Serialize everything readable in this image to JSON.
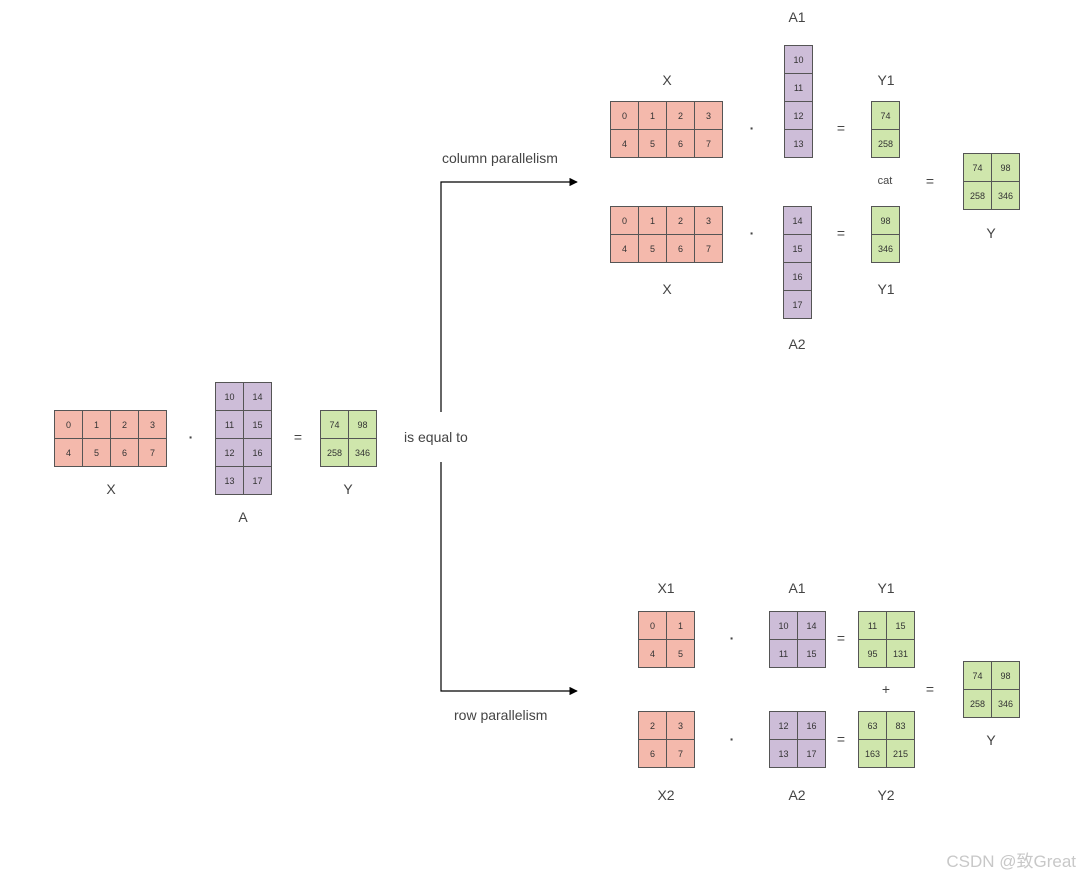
{
  "matrices": {
    "main_x": {
      "label": "X",
      "values": [
        [
          "0",
          "1",
          "2",
          "3"
        ],
        [
          "4",
          "5",
          "6",
          "7"
        ]
      ]
    },
    "main_a": {
      "label": "A",
      "values": [
        [
          "10",
          "14"
        ],
        [
          "11",
          "15"
        ],
        [
          "12",
          "16"
        ],
        [
          "13",
          "17"
        ]
      ]
    },
    "main_y": {
      "label": "Y",
      "values": [
        [
          "74",
          "98"
        ],
        [
          "258",
          "346"
        ]
      ]
    },
    "col_x_top": {
      "label": "X",
      "values": [
        [
          "0",
          "1",
          "2",
          "3"
        ],
        [
          "4",
          "5",
          "6",
          "7"
        ]
      ]
    },
    "col_a1": {
      "label": "A1",
      "values": [
        [
          "10"
        ],
        [
          "11"
        ],
        [
          "12"
        ],
        [
          "13"
        ]
      ]
    },
    "col_y1_top": {
      "label": "Y1",
      "values": [
        [
          "74"
        ],
        [
          "258"
        ]
      ]
    },
    "col_x_bottom": {
      "label": "X",
      "values": [
        [
          "0",
          "1",
          "2",
          "3"
        ],
        [
          "4",
          "5",
          "6",
          "7"
        ]
      ]
    },
    "col_a2": {
      "label": "A2",
      "values": [
        [
          "14"
        ],
        [
          "15"
        ],
        [
          "16"
        ],
        [
          "17"
        ]
      ]
    },
    "col_y1_bottom": {
      "label": "Y1",
      "values": [
        [
          "98"
        ],
        [
          "346"
        ]
      ]
    },
    "col_y": {
      "label": "Y",
      "values": [
        [
          "74",
          "98"
        ],
        [
          "258",
          "346"
        ]
      ]
    },
    "row_x1": {
      "label": "X1",
      "values": [
        [
          "0",
          "1"
        ],
        [
          "4",
          "5"
        ]
      ]
    },
    "row_a1": {
      "label": "A1",
      "values": [
        [
          "10",
          "14"
        ],
        [
          "11",
          "15"
        ]
      ]
    },
    "row_y1": {
      "label": "Y1",
      "values": [
        [
          "11",
          "15"
        ],
        [
          "95",
          "131"
        ]
      ]
    },
    "row_x2": {
      "label": "X2",
      "values": [
        [
          "2",
          "3"
        ],
        [
          "6",
          "7"
        ]
      ]
    },
    "row_a2": {
      "label": "A2",
      "values": [
        [
          "12",
          "16"
        ],
        [
          "13",
          "17"
        ]
      ]
    },
    "row_y2": {
      "label": "Y2",
      "values": [
        [
          "63",
          "83"
        ],
        [
          "163",
          "215"
        ]
      ]
    },
    "row_y": {
      "label": "Y",
      "values": [
        [
          "74",
          "98"
        ],
        [
          "258",
          "346"
        ]
      ]
    }
  },
  "operators": {
    "dot": "·",
    "equals": "=",
    "plus": "+",
    "cat": "cat"
  },
  "captions": {
    "is_equal_to": "is equal to",
    "column_parallelism": "column parallelism",
    "row_parallelism": "row parallelism"
  },
  "watermark": "CSDN @致Great",
  "colors": {
    "x": "#f4b9ac",
    "a": "#cdbdd8",
    "y": "#cfe6ac",
    "border": "#555555"
  }
}
